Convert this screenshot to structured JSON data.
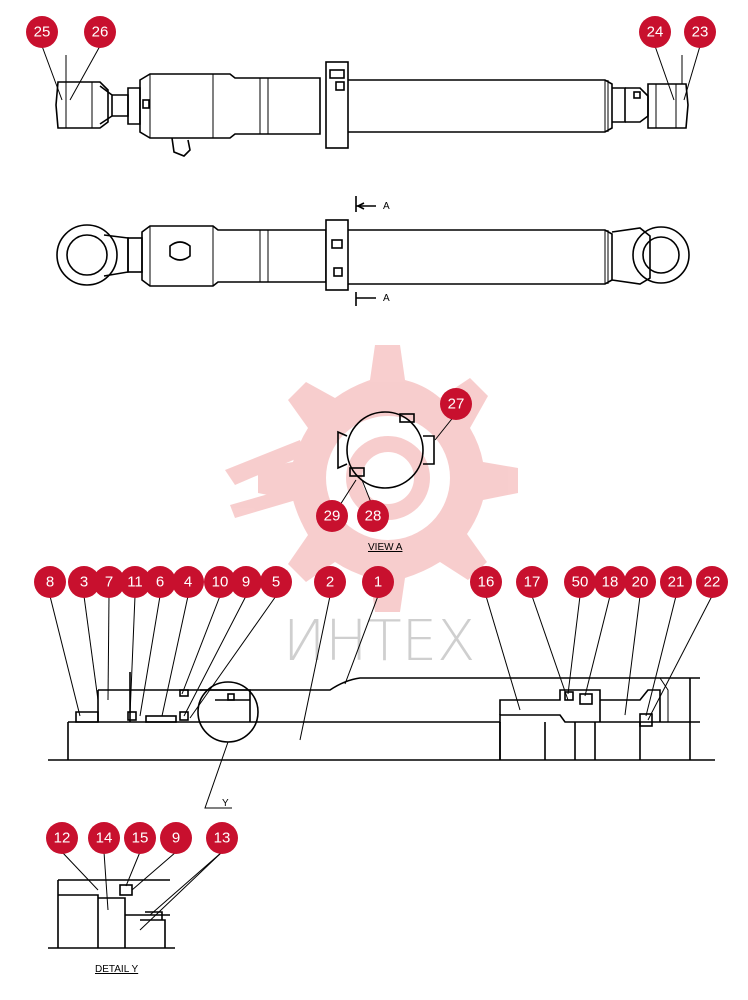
{
  "view_labels": {
    "view_a": "VIEW  A",
    "detail_y": "DETAIL  Y",
    "section_mark": "A",
    "detail_mark": "Y"
  },
  "watermark": {
    "text": "ИНТЕХ",
    "color": "#f4b9b9"
  },
  "callout_color": "#c8102e",
  "callouts": [
    {
      "label": "25"
    },
    {
      "label": "26"
    },
    {
      "label": "24"
    },
    {
      "label": "23"
    },
    {
      "label": "27"
    },
    {
      "label": "29"
    },
    {
      "label": "28"
    },
    {
      "label": "8"
    },
    {
      "label": "3"
    },
    {
      "label": "7"
    },
    {
      "label": "11"
    },
    {
      "label": "6"
    },
    {
      "label": "4"
    },
    {
      "label": "10"
    },
    {
      "label": "9"
    },
    {
      "label": "5"
    },
    {
      "label": "2"
    },
    {
      "label": "1"
    },
    {
      "label": "16"
    },
    {
      "label": "17"
    },
    {
      "label": "50"
    },
    {
      "label": "18"
    },
    {
      "label": "20"
    },
    {
      "label": "21"
    },
    {
      "label": "22"
    },
    {
      "label": "12"
    },
    {
      "label": "14"
    },
    {
      "label": "15"
    },
    {
      "label": "9"
    },
    {
      "label": "13"
    }
  ]
}
